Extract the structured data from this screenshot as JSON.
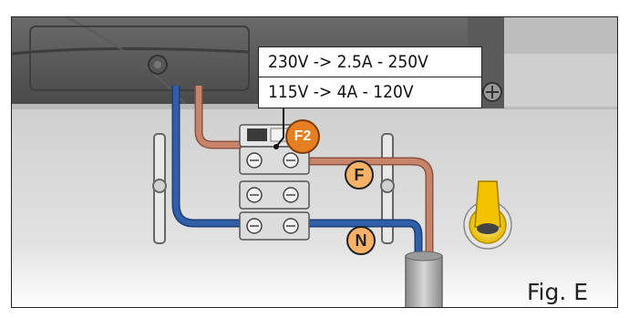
{
  "fuse_label": {
    "line_230": "230V -> 2.5A - 250V",
    "line_115": "115V -> 4A - 120V"
  },
  "callouts": {
    "fuse": "F2",
    "phase": "F",
    "neutral": "N"
  },
  "figure_caption": "Fig. E",
  "colors": {
    "callout_orange": "#e67e22",
    "callout_light": "#f7b267",
    "wire_blue": "#2e5fa8",
    "wire_brown": "#c8846a",
    "panel_gray": "#d9d9d9",
    "housing_dark": "#4a4a4a",
    "knob_yellow": "#f2c200"
  }
}
